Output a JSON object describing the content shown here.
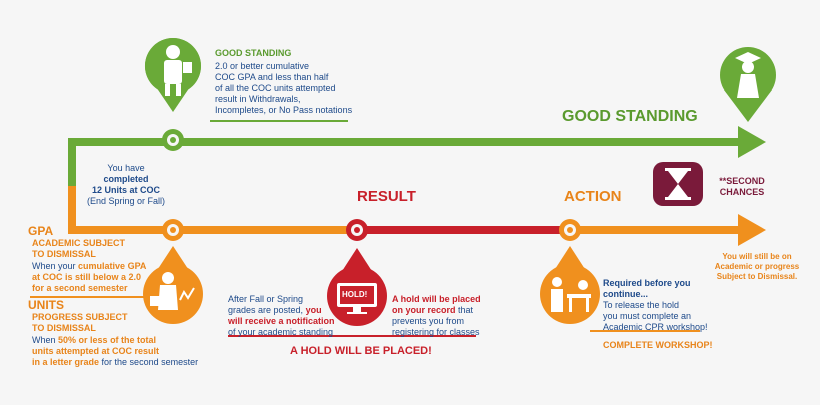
{
  "good_standing_box": {
    "title": "GOOD STANDING",
    "lines": [
      "2.0 or better cumulative",
      "COC GPA and less than half",
      "of all the COC units attempted",
      "result in Withdrawals,",
      "Incompletes, or No Pass notations"
    ]
  },
  "good_standing_arrow_label": "GOOD STANDING",
  "completed_units": {
    "line1": "You have",
    "line2": "completed",
    "line3": "12 Units at COC",
    "line4": "(End Spring or Fall)"
  },
  "gpa": {
    "title": "GPA",
    "subtitle1": "ACADEMIC SUBJECT",
    "subtitle2": "TO DISMISSAL",
    "line1": "When your",
    "line1b": "cumulative GPA",
    "line2": "at COC is still below a 2.0",
    "line3": "for a second semester"
  },
  "units": {
    "title": "UNITS",
    "subtitle1": "PROGRESS SUBJECT",
    "subtitle2": "TO DISMISSAL",
    "line1a": "When",
    "line1b": "50% or less of the total",
    "line2": "units attempted at COC result",
    "line3a": "in a letter grade",
    "line3b": "for the second semester"
  },
  "result": {
    "title": "RESULT",
    "left_lines": [
      "After Fall or Spring",
      "grades are posted,"
    ],
    "left_bold1": "you",
    "left_bold2": "will receive a notification",
    "left_end": "of your academic standing",
    "hold_label": "HOLD!",
    "right_bold1": "A hold will be placed",
    "right_bold2": "on your record",
    "right_mid": "that",
    "right_line3": "prevents you from",
    "right_line4": "registering for classes",
    "bottom": "A HOLD WILL BE PLACED!"
  },
  "action": {
    "title": "ACTION",
    "bold1": "Required before you",
    "bold2": "continue...",
    "line3": "To release the hold",
    "line4": "you must complete an",
    "line5": "Academic CPR workshop!",
    "bottom": "COMPLETE WORKSHOP!"
  },
  "second_chances": {
    "line1": "**SECOND",
    "line2": "CHANCES"
  },
  "end_note": {
    "line1": "You will still be on",
    "line2": "Academic or progress",
    "line3": "Subject to Dismissal."
  },
  "colors": {
    "green": "#6aaa38",
    "orange": "#f0901e",
    "red": "#c8202a",
    "maroon": "#7a1a3a"
  }
}
